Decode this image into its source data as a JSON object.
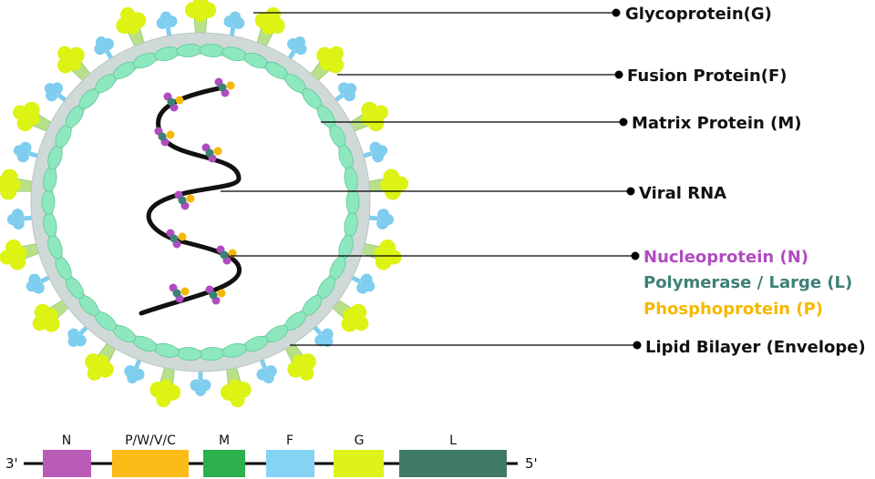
{
  "labels": {
    "glycoprotein": "Glycoprotein(G)",
    "fusion": "Fusion Protein(F)",
    "matrix": "Matrix Protein (M)",
    "rna": "Viral RNA",
    "nucleoprotein": "Nucleoprotein (N)",
    "polymerase": "Polymerase / Large (L)",
    "phosphoprotein": "Phosphoprotein (P)",
    "lipid": "Lipid Bilayer (Envelope)"
  },
  "genome": {
    "end3": "3'",
    "end5": "5'",
    "genes": [
      {
        "label": "N",
        "color": "#b85cb8"
      },
      {
        "label": "P/W/V/C",
        "color": "#fdbb17"
      },
      {
        "label": "M",
        "color": "#2db14c"
      },
      {
        "label": "F",
        "color": "#84d3f5"
      },
      {
        "label": "G",
        "color": "#dff21c"
      },
      {
        "label": "L",
        "color": "#3f7a64"
      }
    ]
  },
  "colors": {
    "nucleoprotein": "#b04cc0",
    "polymerase": "#3d8177",
    "phosphoprotein": "#f5b800",
    "glycoprotein": "#dcf314",
    "fusion": "#7fcdef",
    "matrix": "#8ee8bf",
    "lipid": "#cfd9d7"
  }
}
